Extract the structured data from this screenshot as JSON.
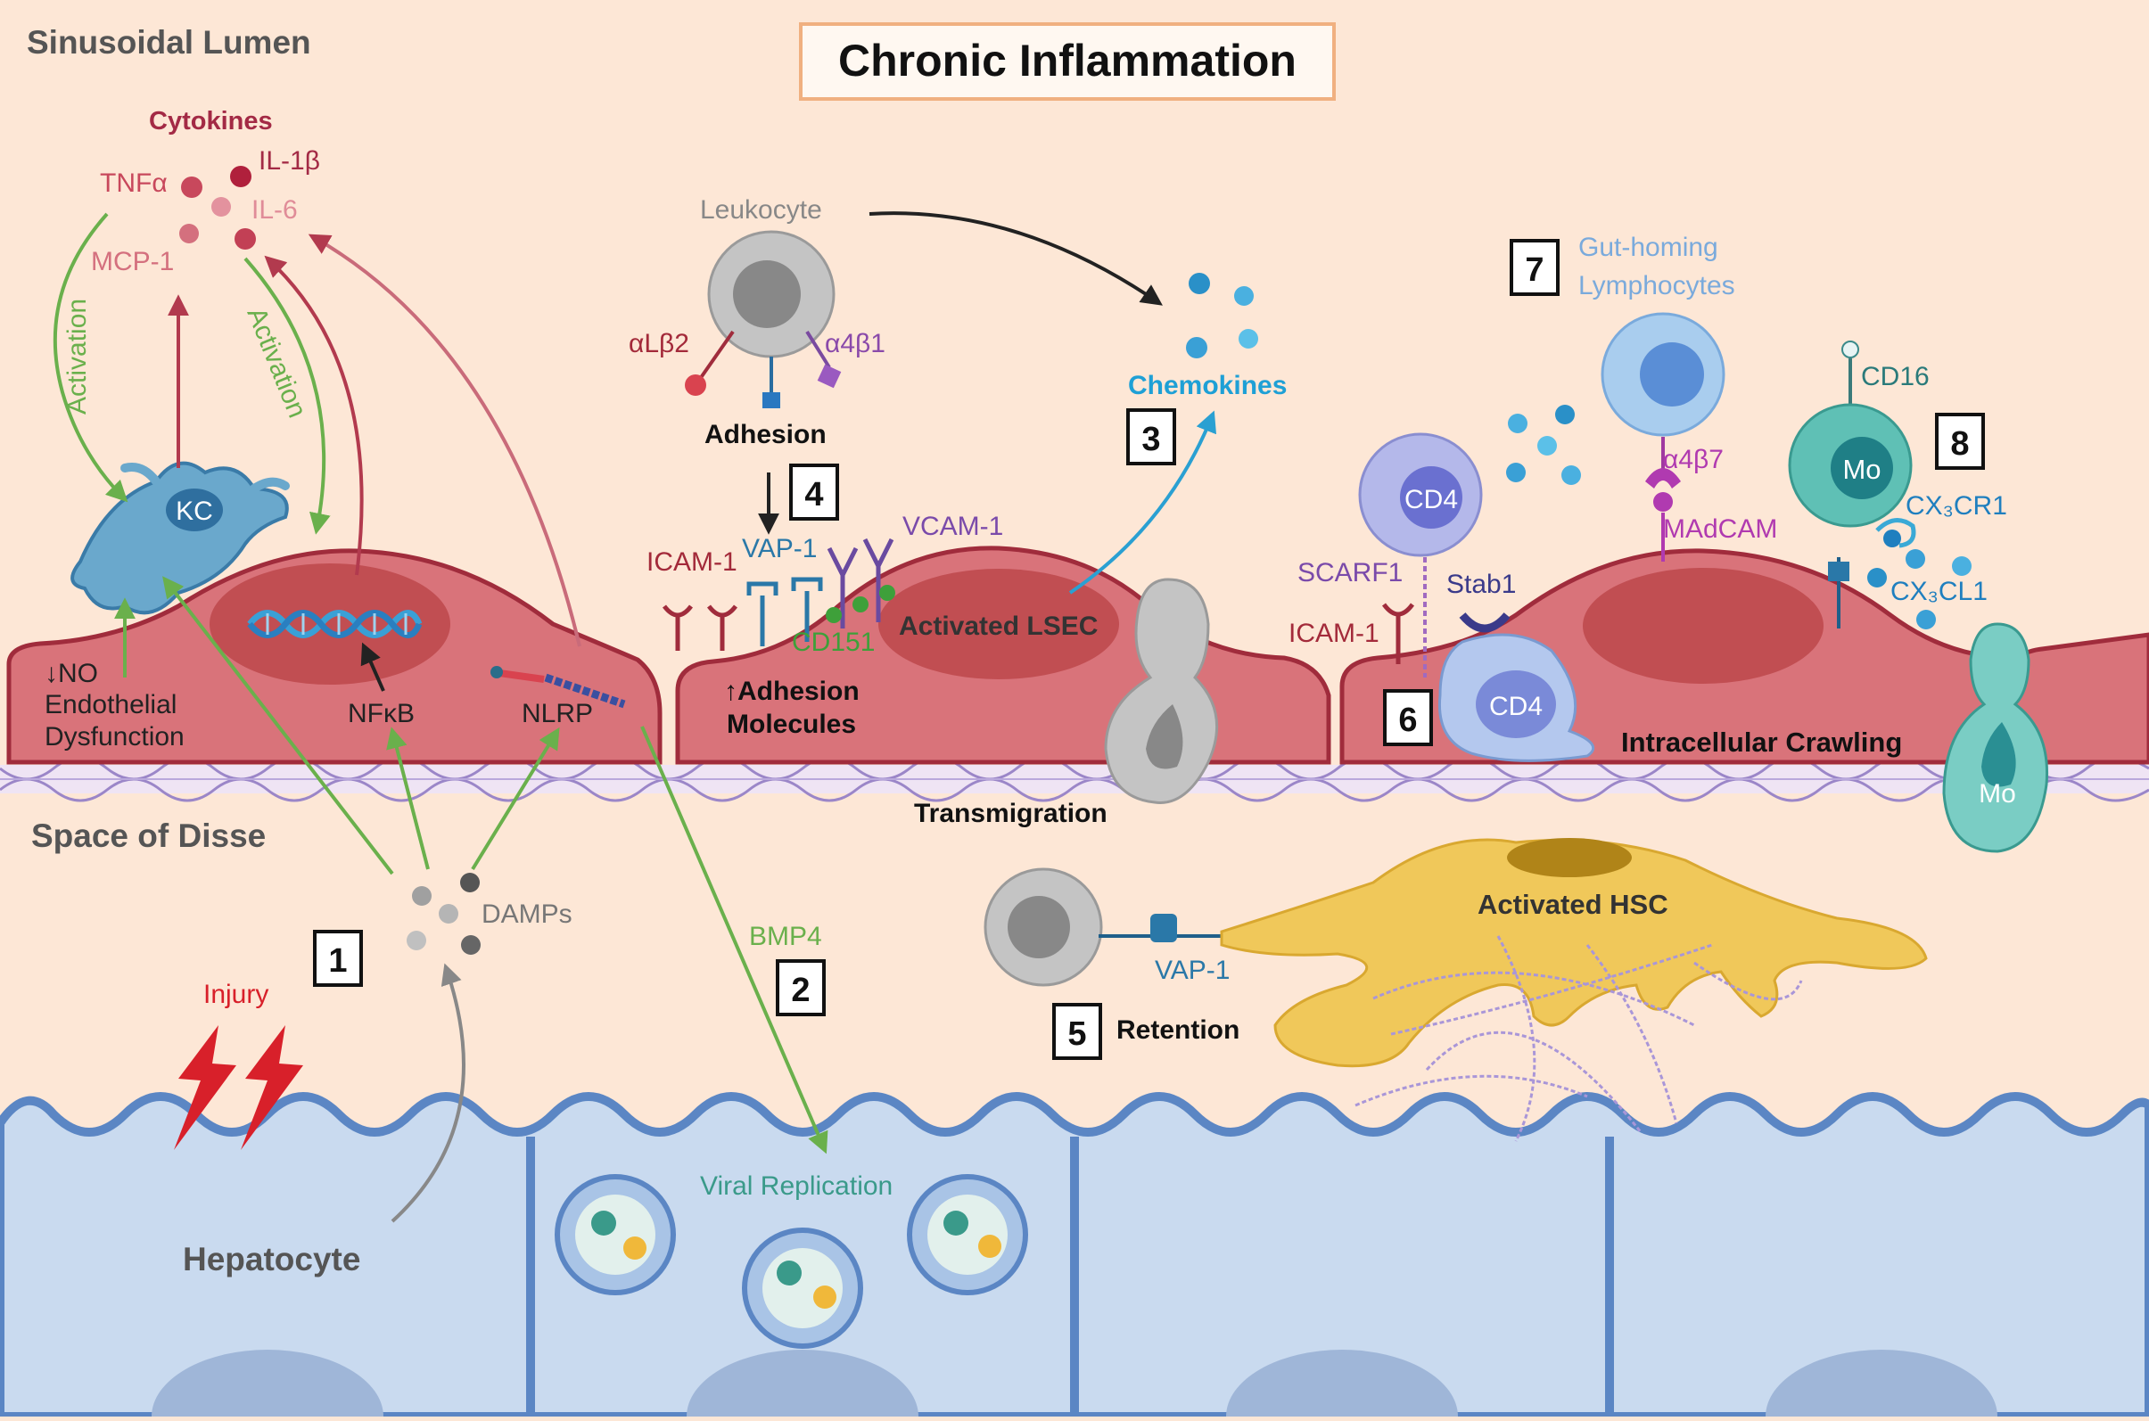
{
  "title": "Chronic Inflammation",
  "regions": {
    "lumen": "Sinusoidal Lumen",
    "disse": "Space of Disse",
    "hepatocyte": "Hepatocyte"
  },
  "cytokines": {
    "heading": "Cytokines",
    "tnf": "TNFα",
    "il1b": "IL-1β",
    "il6": "IL-6",
    "mcp1": "MCP-1"
  },
  "labels": {
    "activation": "Activation",
    "kc": "KC",
    "no_line": "↓NO",
    "endothelial": "Endothelial",
    "dysfunction": "Dysfunction",
    "nfkb": "NFκB",
    "nlrp": "NLRP",
    "damps": "DAMPs",
    "injury": "Injury",
    "bmp4": "BMP4",
    "viral": "Viral Replication",
    "leukocyte": "Leukocyte",
    "alb2": "αLβ2",
    "a4b1": "α4β1",
    "adhesion": "Adhesion",
    "icam1": "ICAM-1",
    "vap1": "VAP-1",
    "vcam1": "VCAM-1",
    "cd151": "CD151",
    "adh_mol_1": "↑Adhesion",
    "adh_mol_2": "Molecules",
    "lsec": "Activated LSEC",
    "chemokines": "Chemokines",
    "transmigration": "Transmigration",
    "retention": "Retention",
    "vap1_b": "VAP-1",
    "hsc": "Activated HSC",
    "gut_1": "Gut-homing",
    "gut_2": "Lymphocytes",
    "a4b7": "α4β7",
    "madcam": "MAdCAM",
    "cd4": "CD4",
    "scarf1": "SCARF1",
    "stab1": "Stab1",
    "icam1_b": "ICAM-1",
    "cd4_b": "CD4",
    "crawling": "Intracellular Crawling",
    "cd16": "CD16",
    "mo": "Mo",
    "cx3cr1": "CX₃CR1",
    "cx3cl1": "CX₃CL1",
    "mo_b": "Mo"
  },
  "steps": [
    "1",
    "2",
    "3",
    "4",
    "5",
    "6",
    "7",
    "8"
  ],
  "colors": {
    "background": "#fde7d6",
    "endothelium": "#d9737a",
    "nucleus": "#c14e52",
    "hepatocyte": "#c9daef",
    "activation": "#6ab04c",
    "cytokine_arrow": "#b23a4e",
    "kupffer": "#5b9ec6",
    "hsc": "#f0c85a",
    "chemokine": "#3aa9d6",
    "monocyte": "#5fc0b5"
  }
}
